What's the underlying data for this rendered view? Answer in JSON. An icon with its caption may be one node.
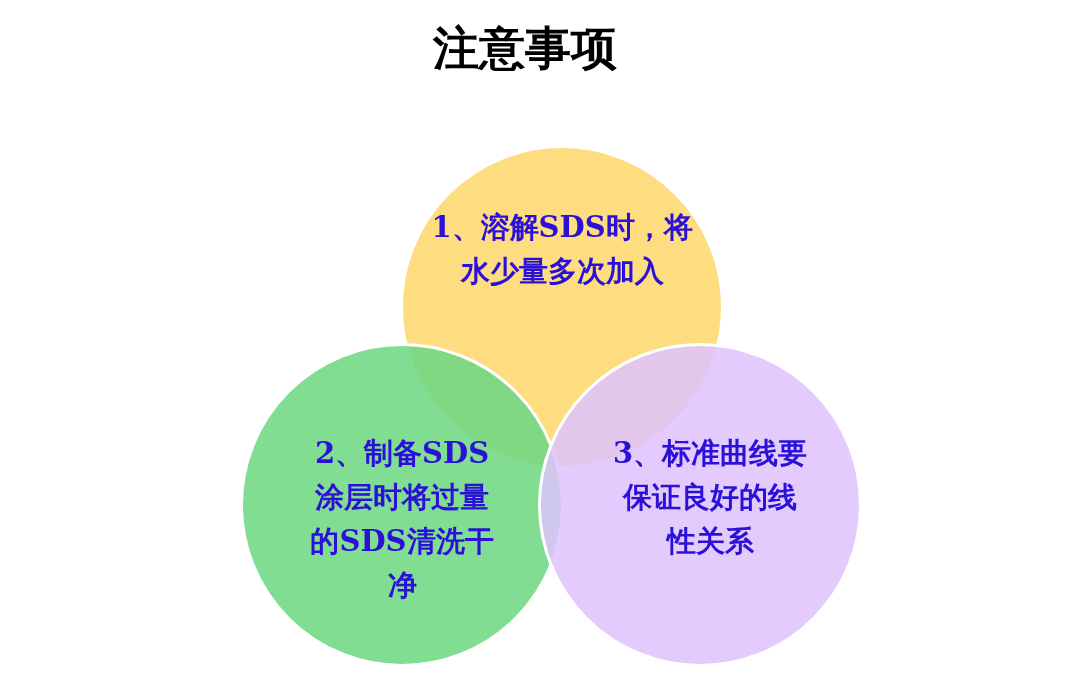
{
  "diagram": {
    "title": "注意事项",
    "nodes": [
      {
        "text": [
          "1、溶解SDS时，将水少量多次加入"
        ]
      },
      {
        "text": [
          "2、制备SDS涂层时将过量的SDS清洗干净"
        ]
      },
      {
        "text": [
          "3、标准曲线要保证良好的线性关系"
        ]
      }
    ],
    "edges": []
  }
}
